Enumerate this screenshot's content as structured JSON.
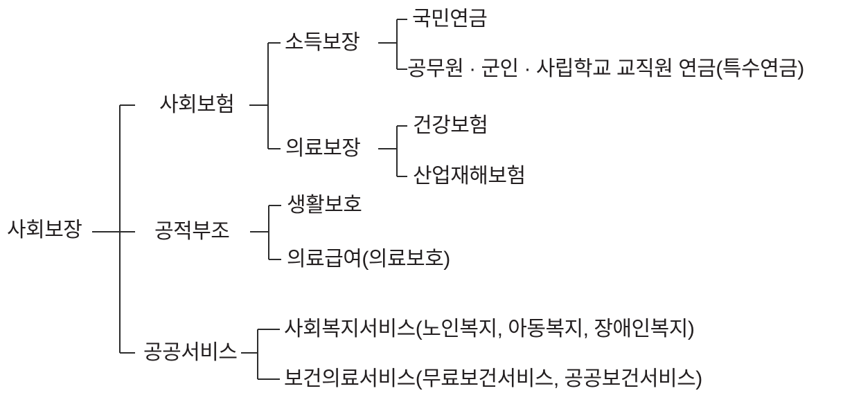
{
  "diagram": {
    "type": "tree",
    "orientation": "left-to-right",
    "colors": {
      "background": "#ffffff",
      "text": "#231f20",
      "line": "#2b2b2b"
    },
    "tree": {
      "root": {
        "label": "사회보장"
      },
      "branches": [
        {
          "label": "사회보험",
          "children": [
            {
              "label": "소득보장",
              "children": [
                {
                  "label": "국민연금"
                },
                {
                  "label": "공무원 · 군인 · 사립학교 교직원 연금(특수연금)"
                }
              ]
            },
            {
              "label": "의료보장",
              "children": [
                {
                  "label": "건강보험"
                },
                {
                  "label": "산업재해보험"
                }
              ]
            }
          ]
        },
        {
          "label": "공적부조",
          "children": [
            {
              "label": "생활보호"
            },
            {
              "label": "의료급여(의료보호)"
            }
          ]
        },
        {
          "label": "공공서비스",
          "children": [
            {
              "label": "사회복지서비스(노인복지, 아동복지, 장애인복지)"
            },
            {
              "label": "보건의료서비스(무료보건서비스, 공공보건서비스)"
            }
          ]
        }
      ]
    }
  }
}
